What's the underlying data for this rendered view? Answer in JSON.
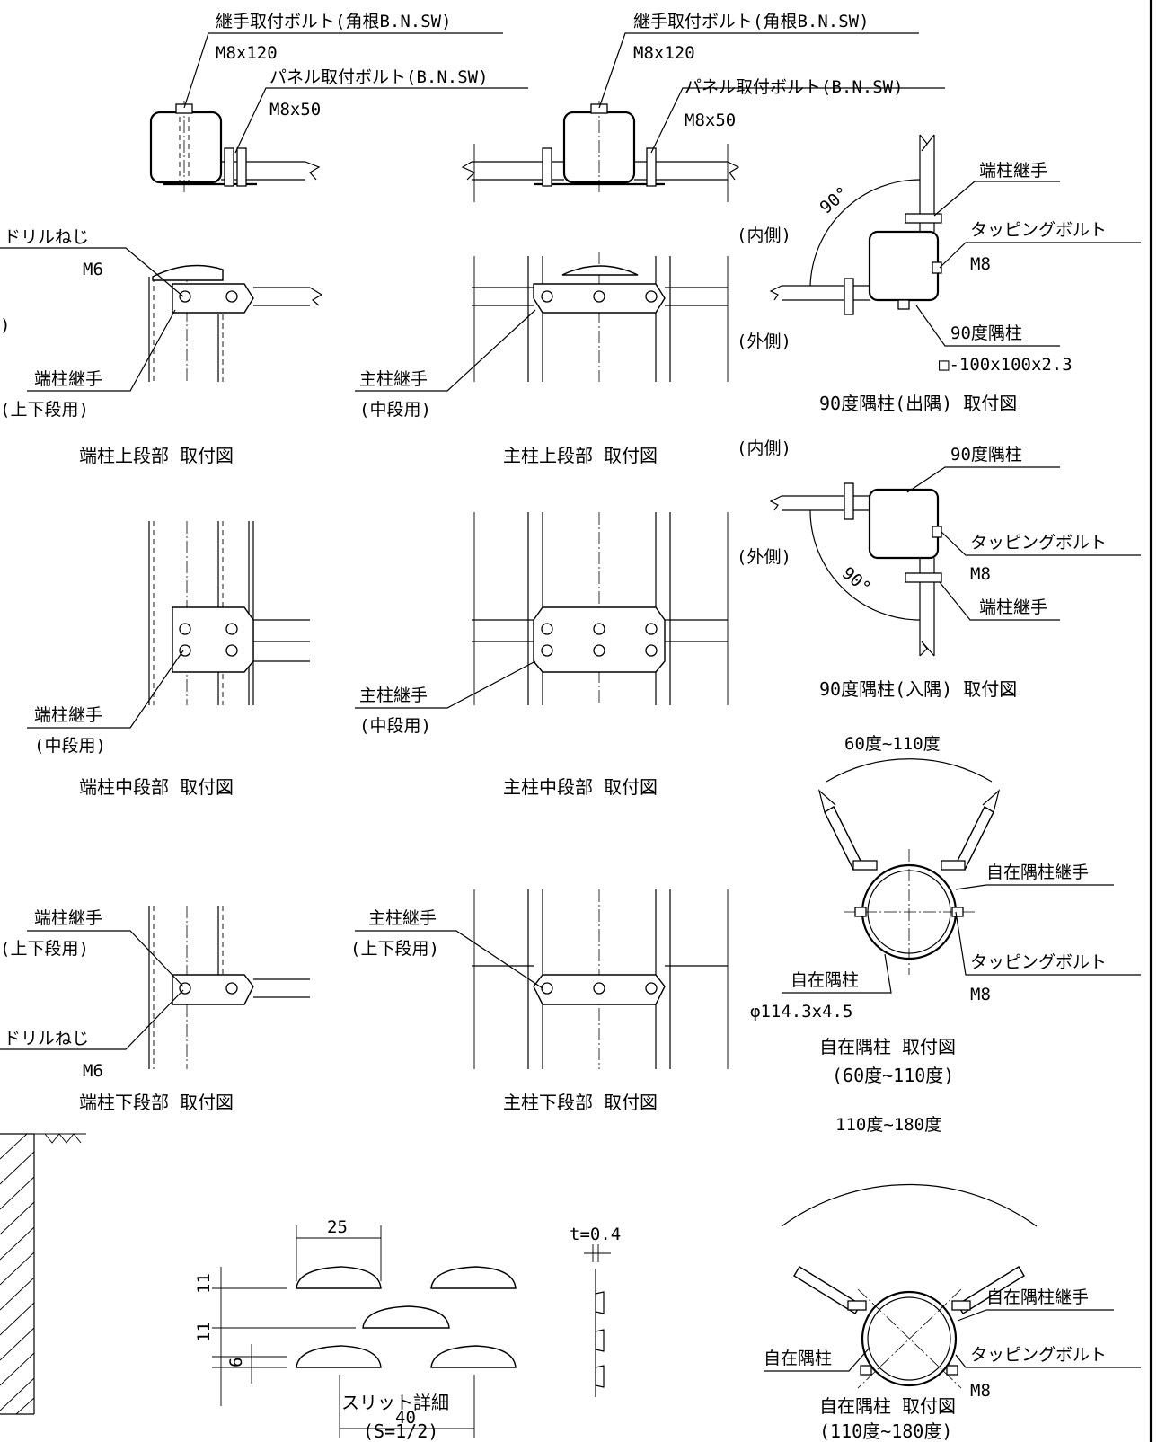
{
  "labels": {
    "joint_bolt_1": "継手取付ボルト(角根B.N.SW)",
    "joint_bolt_1_size": "M8x120",
    "panel_bolt_1": "パネル取付ボルト(B.N.SW)",
    "panel_bolt_1_size": "M8x50",
    "joint_bolt_2": "継手取付ボルト(角根B.N.SW)",
    "joint_bolt_2_size": "M8x120",
    "panel_bolt_2": "パネル取付ボルト(B.N.SW)",
    "panel_bolt_2_size": "M8x50",
    "drill_screw_1": "ドリルねじ",
    "drill_screw_1_size": "M6",
    "end_joint_updown_1": "端柱継手",
    "end_joint_updown_1_sub": "(上下段用)",
    "main_joint_mid_1": "主柱継手",
    "main_joint_mid_1_sub": "(中段用)",
    "end_joint_mid": "端柱継手",
    "end_joint_mid_sub": "(中段用)",
    "main_joint_mid_2": "主柱継手",
    "main_joint_mid_2_sub": "(中段用)",
    "end_joint_updown_2": "端柱継手",
    "end_joint_updown_2_sub": "(上下段用)",
    "drill_screw_2": "ドリルねじ",
    "drill_screw_2_size": "M6",
    "main_joint_updown": "主柱継手",
    "main_joint_updown_sub": "(上下段用)",
    "left_edge_paren": ")",
    "c90out_inner": "(内側)",
    "c90out_outer": "(外側)",
    "c90out_angle": "90°",
    "c90out_end_joint": "端柱継手",
    "c90out_tapping": "タッピングボルト",
    "c90out_tapping_size": "M8",
    "c90out_corner": "90度隅柱",
    "c90out_corner_size": "□-100x100x2.3",
    "c90in_inner": "(内側)",
    "c90in_outer": "(外側)",
    "c90in_corner": "90度隅柱",
    "c90in_tapping": "タッピングボルト",
    "c90in_tapping_size": "M8",
    "c90in_end_joint": "端柱継手",
    "c90in_angle": "90°",
    "free1_range": "60度~110度",
    "free1_joint": "自在隅柱継手",
    "free1_tapping": "タッピングボルト",
    "free1_tapping_size": "M8",
    "free1_post": "自在隅柱",
    "free1_post_size": "φ114.3x4.5",
    "free2_range": "110度~180度",
    "free2_joint": "自在隅柱継手",
    "free2_tapping": "タッピングボルト",
    "free2_tapping_size": "M8",
    "free2_post": "自在隅柱",
    "slit_dim_25": "25",
    "slit_dim_11a": "11",
    "slit_dim_11b": "11",
    "slit_dim_6": "6",
    "slit_dim_40": "40",
    "slit_thickness": "t=0.4"
  },
  "captions": {
    "end_top": "端柱上段部 取付図",
    "main_top": "主柱上段部 取付図",
    "end_mid": "端柱中段部 取付図",
    "main_mid": "主柱中段部 取付図",
    "end_bottom": "端柱下段部 取付図",
    "main_bottom": "主柱下段部 取付図",
    "corner90_out": "90度隅柱(出隅) 取付図",
    "corner90_in": "90度隅柱(入隅) 取付図",
    "free_corner_1": "自在隅柱 取付図",
    "free_corner_1_sub": "(60度~110度)",
    "free_corner_2": "自在隅柱 取付図",
    "free_corner_2_sub": "(110度~180度)",
    "slit": "スリット詳細",
    "slit_scale": "(S=1/2)"
  }
}
